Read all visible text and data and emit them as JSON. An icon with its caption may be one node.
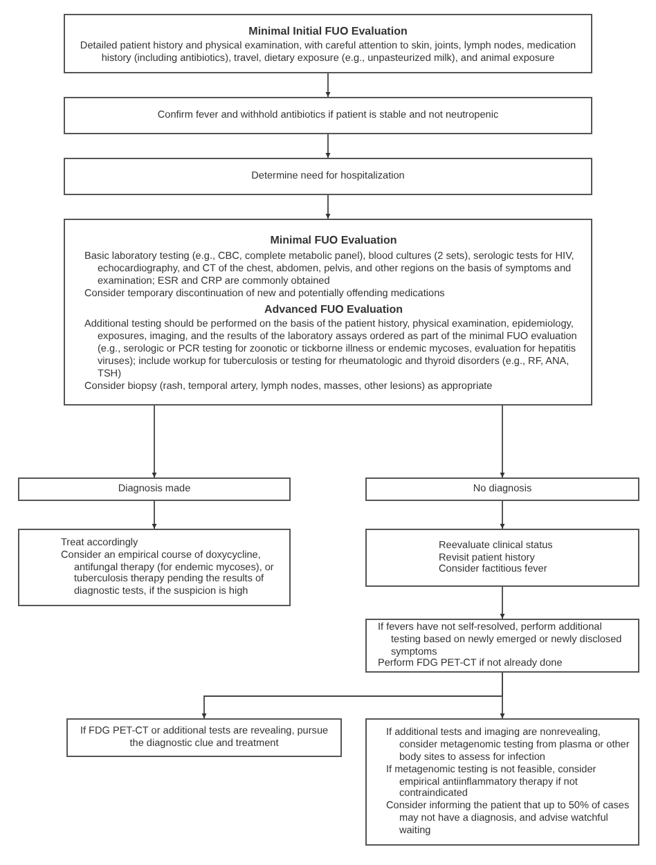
{
  "diagram": {
    "nodes": [
      {
        "text": [
          "Minimal Initial FUO Evaluation",
          "Detailed patient history and physical examination, with careful attention to skin, joints, lymph nodes, medication history (including antibiotics), travel, dietary exposure (e.g., unpasteurized milk), and animal exposure"
        ]
      },
      {
        "text": [
          "Confirm fever and withhold antibiotics if patient is stable and not neutropenic"
        ]
      },
      {
        "text": [
          "Determine need for hospitalization"
        ]
      },
      {
        "text": [
          "Minimal FUO Evaluation",
          "Basic laboratory testing (e.g., CBC, complete metabolic panel), blood cultures (2 sets), serologic tests for HIV, echocardiography, and CT of the chest, abdomen, pelvis, and other regions on the basis of symptoms and examination; ESR and CRP are commonly obtained",
          "Consider temporary discontinuation of new and potentially offending medications",
          "Advanced FUO Evaluation",
          "Additional testing should be performed on the basis of the patient history, physical examination, epidemiology, exposures, imaging, and the results of the laboratory assays ordered as part of the minimal FUO evaluation (e.g., serologic or PCR testing for zoonotic or tickborne illness or endemic mycoses, evaluation for hepatitis viruses); include workup for tuberculosis or testing for rheumatologic and thyroid disorders (e.g., RF, ANA, TSH)",
          "Consider biopsy (rash, temporal artery, lymph nodes, masses, other lesions) as appropriate"
        ]
      },
      {
        "text": [
          "Diagnosis made"
        ]
      },
      {
        "text": [
          "No diagnosis"
        ]
      },
      {
        "text": [
          "Treat accordingly",
          "Consider an empirical course of doxycycline, antifungal therapy (for endemic mycoses), or tuberculosis therapy pending the results of diagnostic tests, if the suspicion is high"
        ]
      },
      {
        "text": [
          "Reevaluate clinical status",
          "Revisit patient history",
          "Consider factitious fever"
        ]
      },
      {
        "text": [
          "If fevers have not self-resolved, perform additional testing based on newly emerged or newly disclosed symptoms",
          "Perform FDG PET-CT if not already done"
        ]
      },
      {
        "text": [
          "If FDG PET-CT or additional tests are revealing, pursue the diagnostic clue and treatment"
        ]
      },
      {
        "text": [
          "If additional tests and imaging are nonrevealing, consider metagenomic testing from plasma or other body sites to assess for infection",
          "If metagenomic testing is not feasible, consider empirical antiinflammatory therapy if not contraindicated",
          "Consider informing the patient that up to 50% of cases may not have a diagnosis, and advise watchful waiting"
        ]
      }
    ],
    "edges": [
      {
        "from": 0,
        "to": 1,
        "arrow": "to"
      },
      {
        "from": 1,
        "to": 2,
        "arrow": "to"
      },
      {
        "from": 2,
        "to": 3,
        "arrow": "to"
      },
      {
        "from": 3,
        "to": 4,
        "arrow": "to"
      },
      {
        "from": 3,
        "to": 5,
        "arrow": "to"
      },
      {
        "from": 4,
        "to": 6,
        "arrow": "to"
      },
      {
        "from": 5,
        "to": 7,
        "arrow": "to"
      },
      {
        "from": 7,
        "to": 8,
        "arrow": "to"
      },
      {
        "from": 8,
        "to": 9,
        "arrow": "to"
      },
      {
        "from": 8,
        "to": 10,
        "arrow": "to"
      }
    ]
  }
}
